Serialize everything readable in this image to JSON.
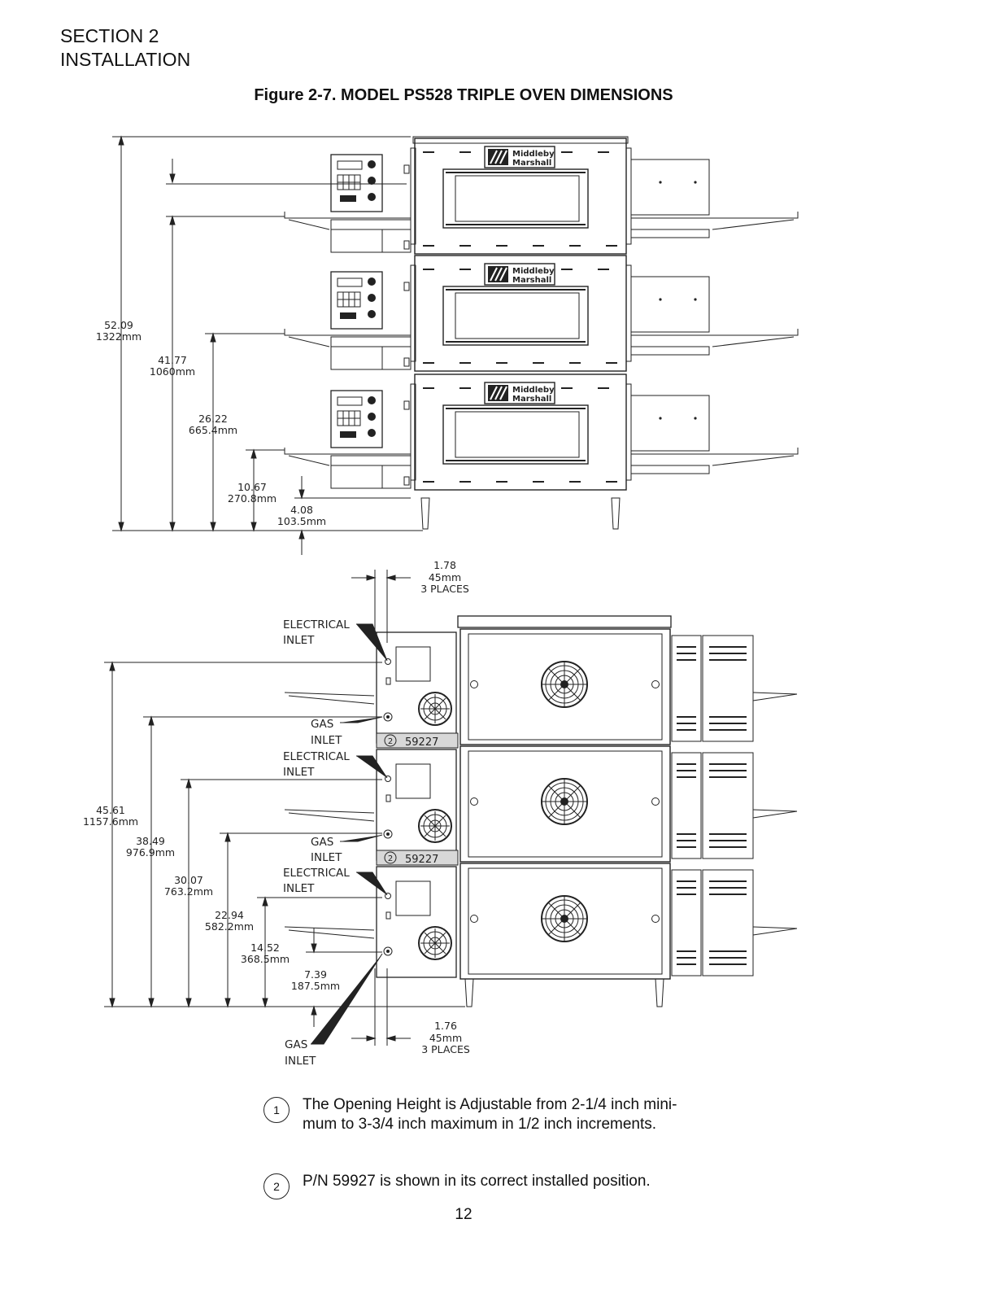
{
  "header": {
    "section_line1": "SECTION 2",
    "section_line2": "INSTALLATION"
  },
  "figure": {
    "title": "Figure 2-7.  MODEL PS528 TRIPLE OVEN DIMENSIONS",
    "brand_line1": "Middleby",
    "brand_line2": "Marshall",
    "front_view": {
      "dims": [
        {
          "in": "52.09",
          "mm": "1322mm"
        },
        {
          "in": "41.77",
          "mm": "1060mm"
        },
        {
          "in": "26.22",
          "mm": "665.4mm"
        },
        {
          "in": "10.67",
          "mm": "270.8mm"
        },
        {
          "in": "4.08",
          "mm": "103.5mm"
        }
      ]
    },
    "side_view": {
      "top_dim": {
        "in": "1.78",
        "mm": "45mm",
        "places": "3 PLACES"
      },
      "bottom_dim": {
        "in": "1.76",
        "mm": "45mm",
        "places": "3 PLACES"
      },
      "dims": [
        {
          "in": "45.61",
          "mm": "1157.6mm"
        },
        {
          "in": "38.49",
          "mm": "976.9mm"
        },
        {
          "in": "30.07",
          "mm": "763.2mm"
        },
        {
          "in": "22.94",
          "mm": "582.2mm"
        },
        {
          "in": "14.52",
          "mm": "368.5mm"
        },
        {
          "in": "7.39",
          "mm": "187.5mm"
        }
      ],
      "labels": {
        "electrical_1": "ELECTRICAL",
        "electrical_2": "INLET",
        "gas_1": "GAS",
        "gas_2": "INLET"
      },
      "callout_num": "2",
      "part_number": "59227"
    }
  },
  "notes": [
    {
      "num": "1",
      "text": "The Opening Height is Adjustable from 2-1/4 inch mini-\nmum to 3-3/4 inch maximum in 1/2 inch increments."
    },
    {
      "num": "2",
      "text": "P/N 59927 is shown in its correct installed position."
    }
  ],
  "page_number": "12"
}
